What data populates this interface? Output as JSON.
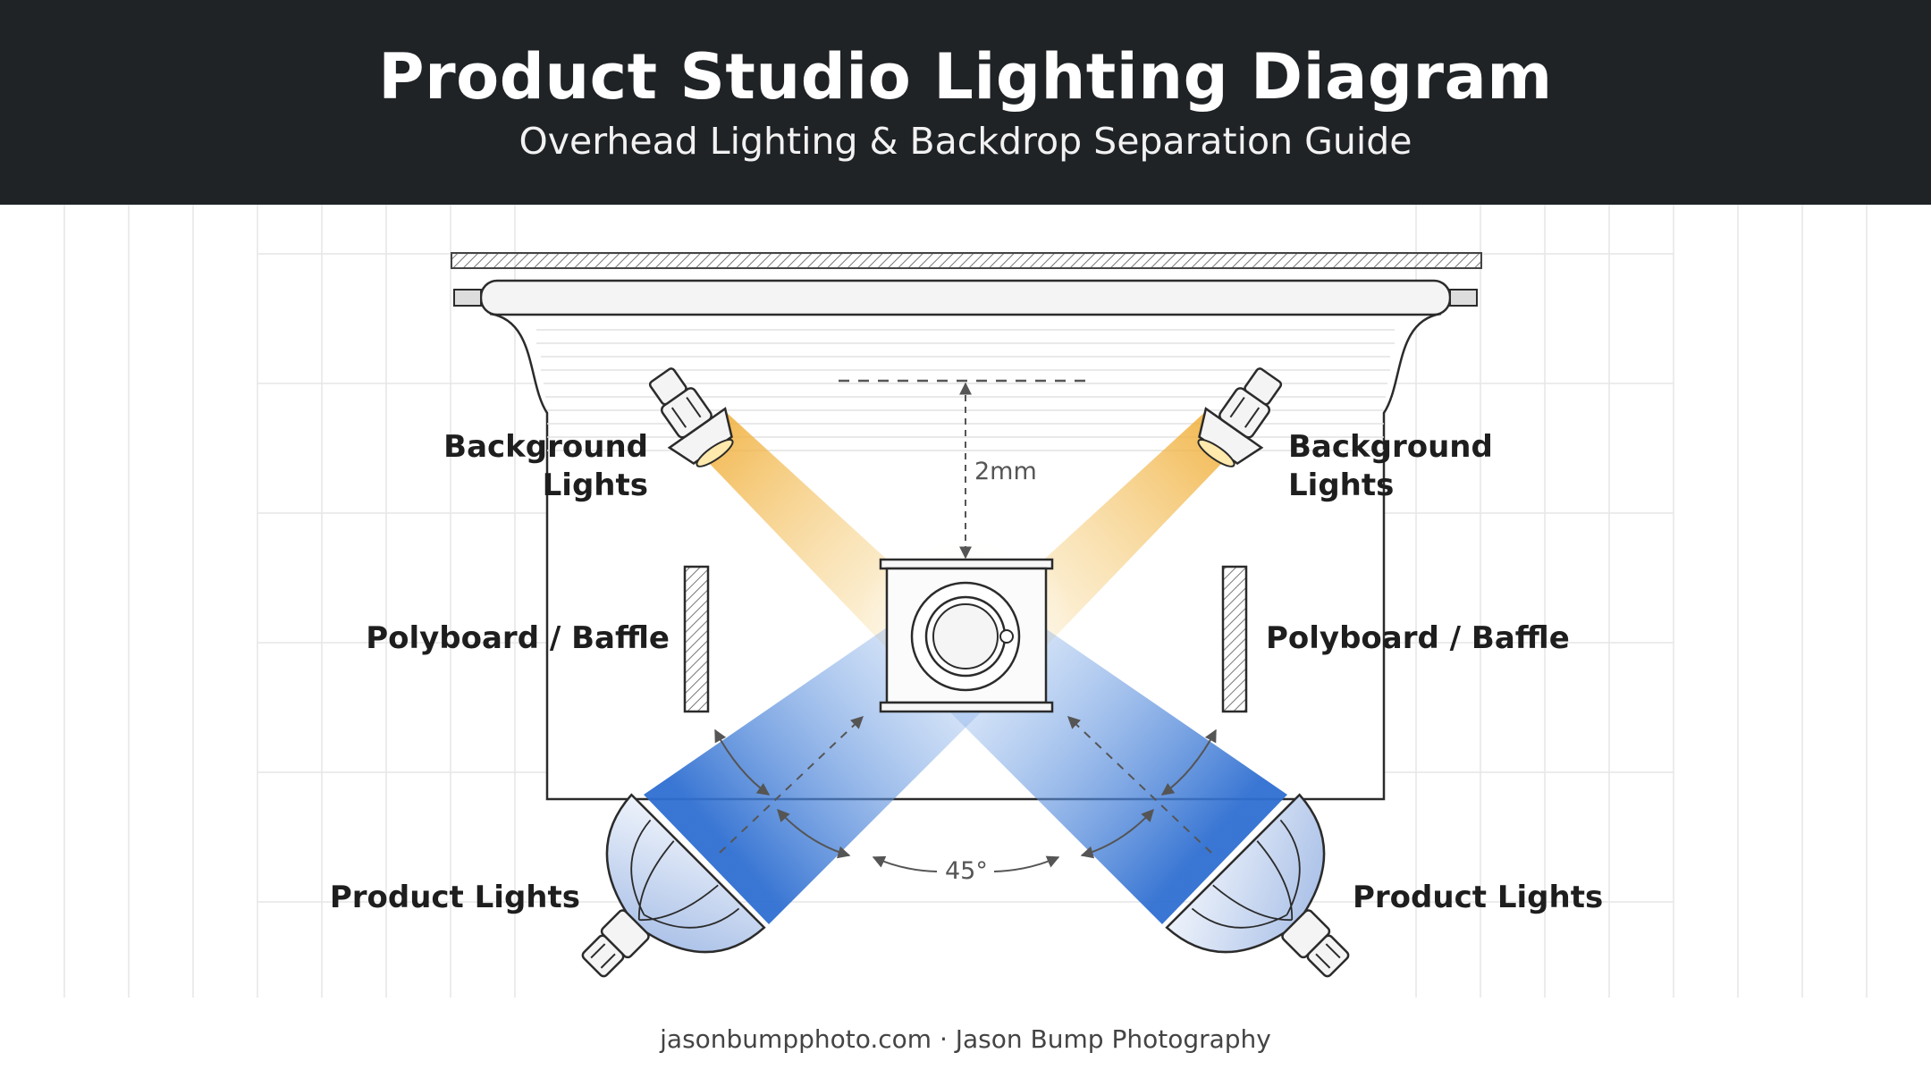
{
  "header": {
    "title": "Product Studio Lighting Diagram",
    "subtitle": "Overhead Lighting & Backdrop Separation Guide"
  },
  "labels": {
    "background_lights_left": [
      "Background",
      "Lights"
    ],
    "background_lights_right": [
      "Background",
      "Lights"
    ],
    "polyboard_left": "Polyboard / Baffle",
    "polyboard_right": "Polyboard / Baffle",
    "product_lights_left": "Product Lights",
    "product_lights_right": "Product Lights",
    "distance": "2mm",
    "angle": "45°"
  },
  "colors": {
    "header_bg": "#202326",
    "warm_beam": "#f2b648",
    "cool_beam": "#3a7bd5",
    "outline": "#2b2b2b"
  },
  "footer": {
    "credit": "jasonbumpphoto.com · Jason Bump Photography"
  }
}
